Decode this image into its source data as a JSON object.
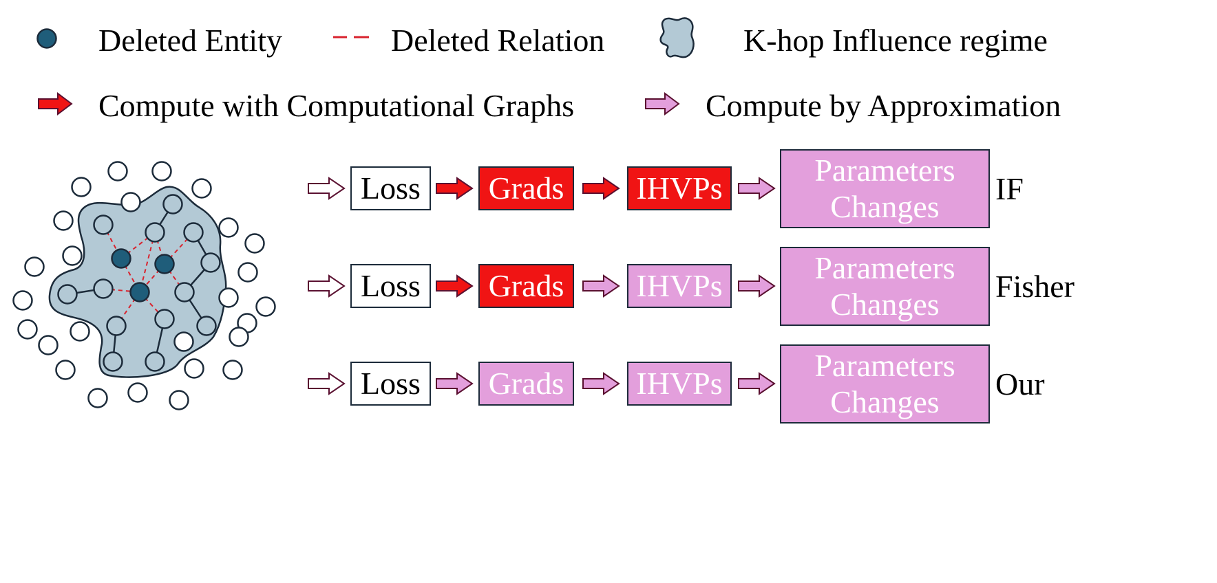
{
  "legend": {
    "deleted_entity": "Deleted Entity",
    "deleted_relation": "Deleted Relation",
    "influence_regime": "K-hop Influence regime",
    "compute_graphs": "Compute with Computational Graphs",
    "compute_approx": "Compute by Approximation"
  },
  "pipeline": {
    "rows": [
      {
        "method": "IF",
        "loss": "Loss",
        "grads": "Grads",
        "ihvps": "IHVPs",
        "params_line1": "Parameters",
        "params_line2": "Changes",
        "grads_mode": "computational",
        "ihvps_mode": "computational"
      },
      {
        "method": "Fisher",
        "loss": "Loss",
        "grads": "Grads",
        "ihvps": "IHVPs",
        "params_line1": "Parameters",
        "params_line2": "Changes",
        "grads_mode": "computational",
        "ihvps_mode": "approximation"
      },
      {
        "method": "Our",
        "loss": "Loss",
        "grads": "Grads",
        "ihvps": "IHVPs",
        "params_line1": "Parameters",
        "params_line2": "Changes",
        "grads_mode": "approximation",
        "ihvps_mode": "approximation"
      }
    ]
  },
  "colors": {
    "entity_fill": "#1f5d7a",
    "node_fill": "#b3c9d5",
    "region_fill": "#b3c9d5",
    "outline": "#1c2b3a",
    "relation": "#d9232e",
    "computational": "#f01414",
    "approximation": "#e39fdc"
  },
  "icons": {
    "deleted_entity": "filled-circle-icon",
    "deleted_relation": "dashed-line-icon",
    "influence_regime": "blob-region-icon",
    "computational_arrow": "red-arrow-icon",
    "approximation_arrow": "pink-arrow-icon",
    "input_arrow": "hollow-arrow-icon"
  }
}
